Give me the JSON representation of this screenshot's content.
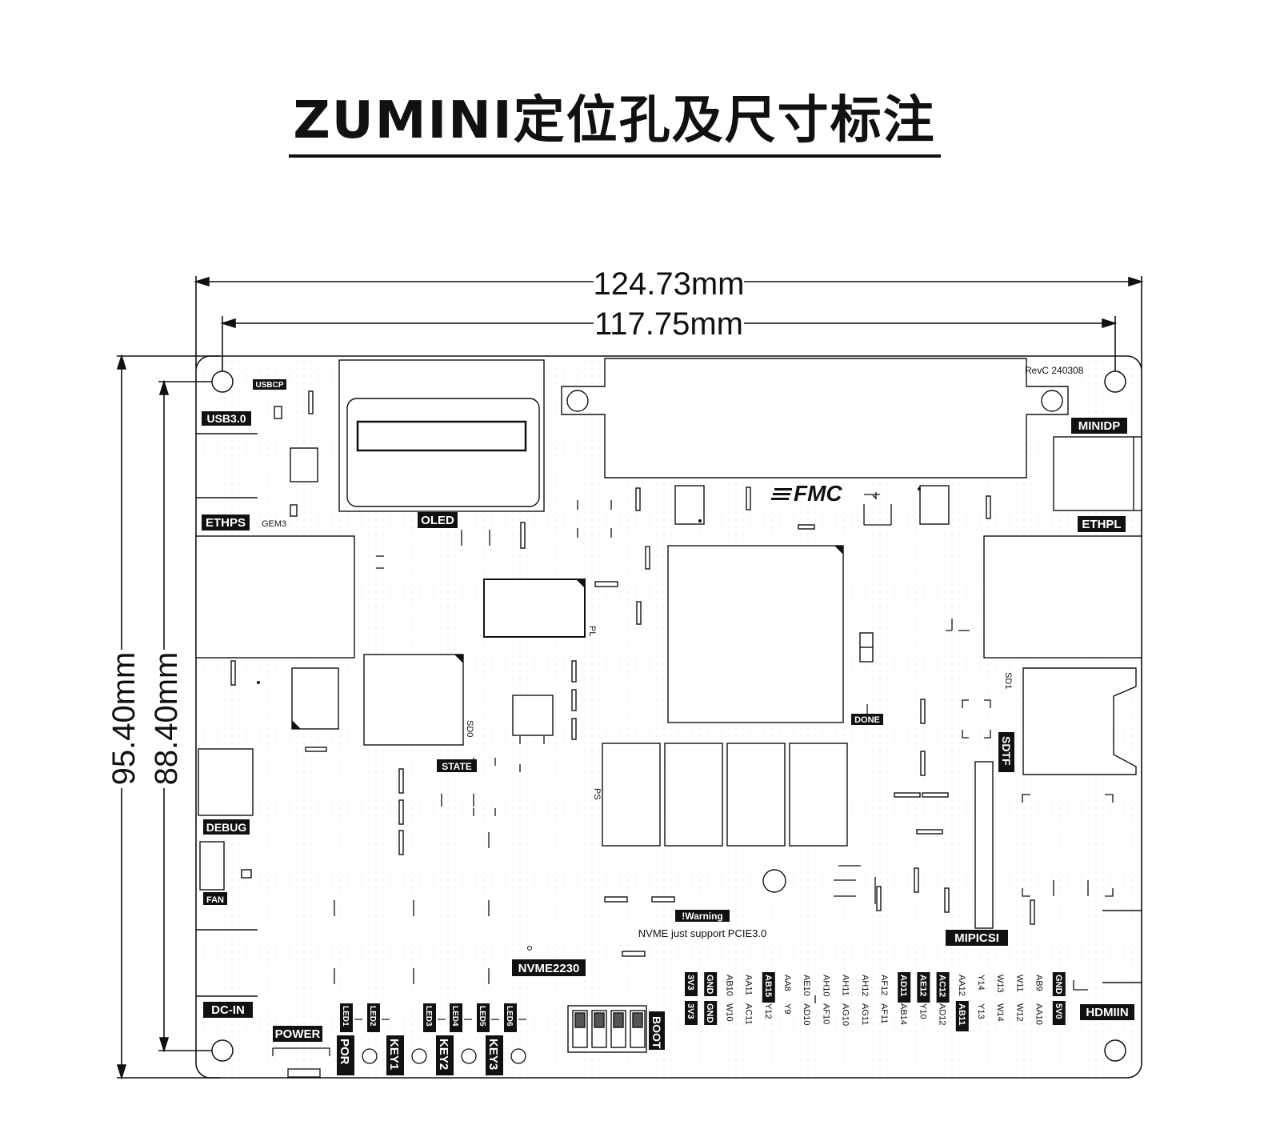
{
  "title": "ZUMINI定位孔及尺寸标注",
  "dimensions": {
    "outer_width": "124.73mm",
    "hole_width": "117.75mm",
    "outer_height": "95.40mm",
    "hole_height": "88.40mm"
  },
  "board": {
    "revision": "RevC 240308",
    "fmc_logo": "FMC",
    "warning_title": "!Warning",
    "warning_text": "NVME just support PCIE3.0",
    "labels_left": {
      "usbcp": "USBCP",
      "usb3": "USB3.0",
      "ethps": "ETHPS",
      "gem3": "GEM3",
      "debug": "DEBUG",
      "fan": "FAN",
      "dcin": "DC-IN",
      "power": "POWER"
    },
    "labels_center": {
      "oled": "OLED",
      "pl": "PL",
      "sd0": "SD0",
      "state": "STATE",
      "ps": "PS",
      "done": "DONE",
      "nvme": "NVME2230"
    },
    "labels_right": {
      "minidp": "MINIDP",
      "ethpl": "ETHPL",
      "sd1": "SD1",
      "sdtf": "SDTF",
      "mipicsi": "MIPICSI",
      "hdmiin": "HDMIIN"
    },
    "leds": [
      "LED1",
      "LED2",
      "LED3",
      "LED4",
      "LED5",
      "LED6"
    ],
    "keys": {
      "por": "POR",
      "key1": "KEY1",
      "key2": "KEY2",
      "key3": "KEY3"
    },
    "boot": "BOOT",
    "pins_top": [
      "3V3",
      "GND",
      "AB10",
      "AA11",
      "AB15",
      "AA8",
      "AE10",
      "AH10",
      "AH11",
      "AH12",
      "AF12",
      "AD11",
      "AE12",
      "AC12",
      "AA12",
      "Y14",
      "W13",
      "W11",
      "AB9",
      "GND"
    ],
    "pins_bottom": [
      "3V3",
      "GND",
      "W10",
      "AC11",
      "Y12",
      "Y9",
      "AD10",
      "AF10",
      "AG10",
      "AG11",
      "AF11",
      "AB14",
      "Y10",
      "AD12",
      "AB11",
      "Y13",
      "W14",
      "W12",
      "AA10",
      "5V0"
    ],
    "pins_top_boxed": [
      true,
      true,
      false,
      false,
      true,
      false,
      false,
      false,
      false,
      false,
      false,
      true,
      true,
      true,
      false,
      false,
      false,
      false,
      false,
      true
    ],
    "pins_bottom_boxed": [
      true,
      true,
      false,
      false,
      false,
      false,
      false,
      false,
      false,
      false,
      false,
      false,
      false,
      false,
      true,
      false,
      false,
      false,
      false,
      true
    ]
  }
}
